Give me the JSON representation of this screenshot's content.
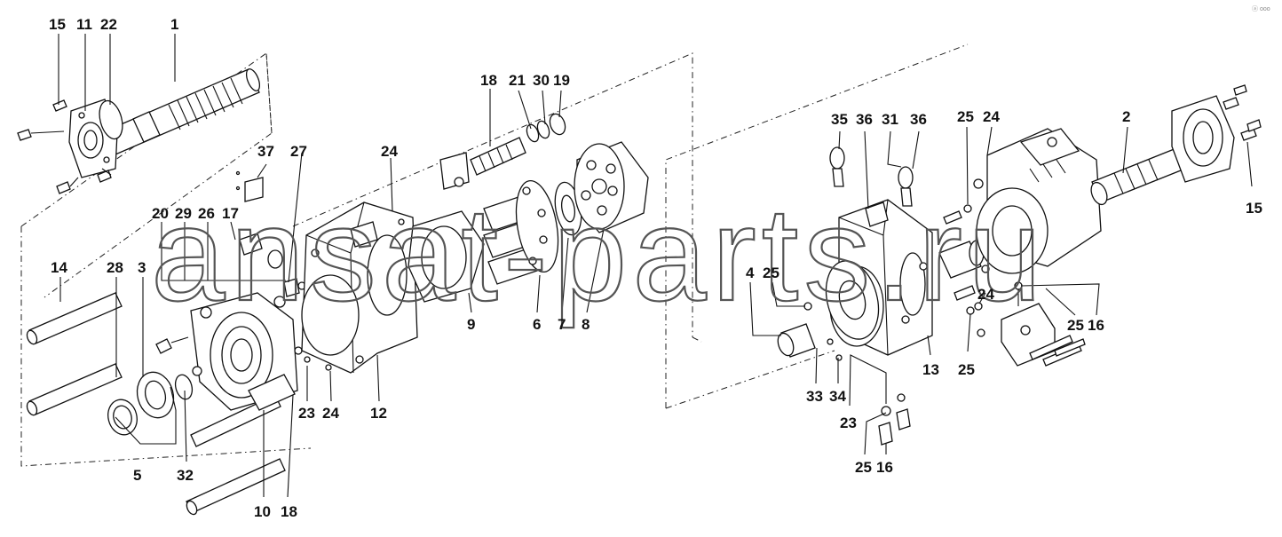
{
  "diagram": {
    "watermark": "ansat-parts.ru",
    "corner_brand": "ⓐ ooo",
    "callouts": {
      "c15a": "15",
      "c11": "11",
      "c22": "22",
      "c1": "1",
      "c37": "37",
      "c27": "27",
      "c24a": "24",
      "c18a": "18",
      "c21": "21",
      "c30": "30",
      "c19": "19",
      "c20": "20",
      "c29": "29",
      "c26": "26",
      "c17": "17",
      "c14": "14",
      "c28": "28",
      "c3": "3",
      "c9": "9",
      "c6": "6",
      "c7": "7",
      "c8": "8",
      "c23a": "23",
      "c24b": "24",
      "c12": "12",
      "c5": "5",
      "c32": "32",
      "c10": "10",
      "c18b": "18",
      "c35": "35",
      "c36a": "36",
      "c31": "31",
      "c36b": "36",
      "c25a": "25",
      "c24c": "24",
      "c2": "2",
      "c15b": "15",
      "c4": "4",
      "c25b": "25",
      "c24d": "24",
      "c25c": "25",
      "c16a": "16",
      "c33": "33",
      "c34": "34",
      "c13": "13",
      "c25d": "25",
      "c23b": "23",
      "c25e": "25",
      "c16b": "16"
    }
  }
}
